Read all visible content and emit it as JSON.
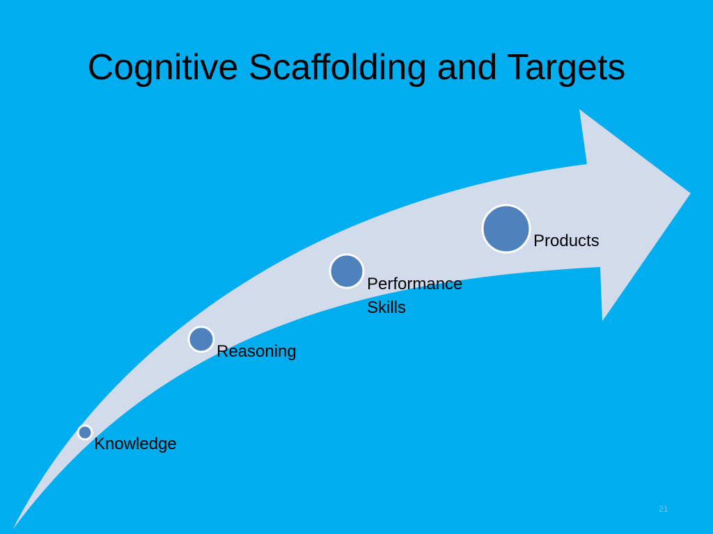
{
  "slide": {
    "title": "Cognitive Scaffolding and Targets",
    "number": "21"
  },
  "colors": {
    "background": "#00adef",
    "arrow_fill": "#d2dbec",
    "node_fill": "#4f81bd",
    "node_stroke": "#ffffff",
    "text": "#000000",
    "slide_number": "#6fc8ef"
  },
  "steps": [
    {
      "label_lines": [
        "Knowledge"
      ]
    },
    {
      "label_lines": [
        "Reasoning"
      ]
    },
    {
      "label_lines": [
        "Performance",
        "Skills"
      ]
    },
    {
      "label_lines": [
        "Products"
      ]
    }
  ]
}
